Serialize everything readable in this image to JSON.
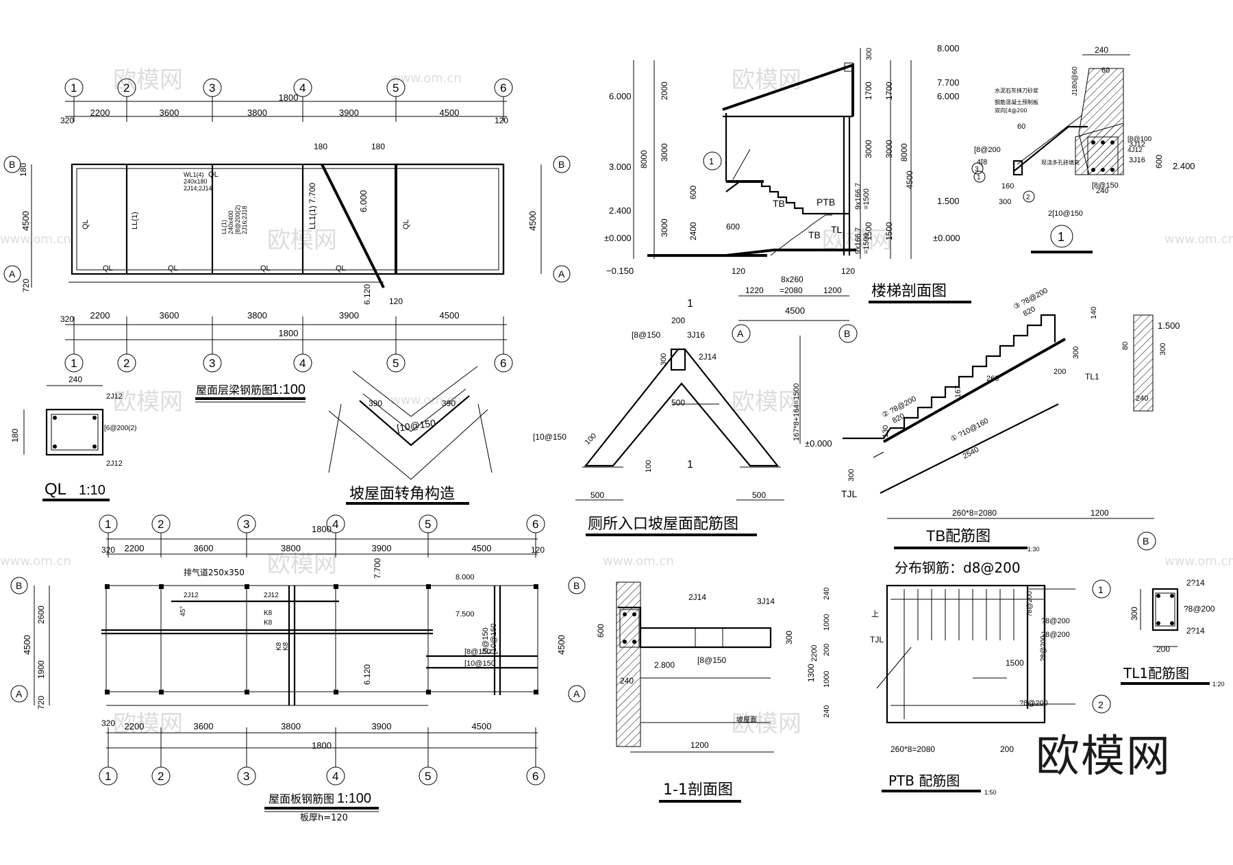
{
  "watermark": {
    "brand": "欧模网",
    "url": "www.om.cn",
    "corner_logo": "欧模网"
  },
  "common": {
    "axis_numbers": [
      "1",
      "2",
      "3",
      "4",
      "5",
      "6"
    ],
    "axis_letters": [
      "A",
      "B"
    ],
    "bay_dims": [
      "2200",
      "3600",
      "3800",
      "3900",
      "4500"
    ],
    "edge_dim_320": "320",
    "edge_dim_120": "120",
    "total_dim": "1800",
    "depth_dim": "4500",
    "edge_720": "720",
    "edge_180": "180"
  },
  "roof_beam_plan": {
    "title": "屋面层梁钢筋图",
    "scale": "1:100",
    "beam_labels": [
      "QL",
      "QL",
      "QL",
      "QL",
      "QL",
      "LL(1)",
      "QL",
      "QL"
    ],
    "wl_note": [
      "WL1(4)",
      "240x180",
      "2J14;2J14"
    ],
    "ll_note": [
      "LL(1)",
      "240x400",
      "[8@200(2)",
      "2J16;2J18"
    ],
    "ll_vertical": "LL1(1) 7.700",
    "elev_6000": "6.000",
    "elev_6120": "6.120",
    "dim_180_a": "180",
    "dim_180_b": "180",
    "dim_120": "120"
  },
  "ql_section": {
    "title": "QL",
    "scale": "1:10",
    "width": "240",
    "height": "180",
    "top_bar": "2J12",
    "bottom_bar": "2J12",
    "stirrup": "[6@200(2)"
  },
  "slope_corner": {
    "title": "坡屋面转角构造",
    "dim_left": "390",
    "dim_right": "390",
    "bar": "[10@150"
  },
  "stair_section": {
    "title": "楼梯剖面图",
    "left_elevs": [
      "6.000",
      "3.000",
      "2.400",
      "±0.000",
      "−0.150"
    ],
    "left_dims": [
      "2000",
      "3000",
      "3000",
      "8000",
      "600",
      "2400",
      "600"
    ],
    "right_elevs": [
      "8.000",
      "7.700",
      "6.000",
      "1.500",
      "±0.000"
    ],
    "right_dims": [
      "300",
      "1700",
      "1700",
      "3000",
      "3000",
      "4500",
      "8000",
      "1500",
      "1500"
    ],
    "riser_dims": [
      "9x166.7",
      "=1500",
      "9x166.7",
      "=1500"
    ],
    "bottom_dims": [
      "120",
      "120",
      "1220",
      "8x260",
      "=2080",
      "1200",
      "4500"
    ],
    "labels": [
      "TB",
      "PTB",
      "TB",
      "TL"
    ],
    "callout": "1"
  },
  "detail_1": {
    "title": "1",
    "dims": [
      "240",
      "60",
      "60",
      "600",
      "160",
      "300",
      "240",
      "2.400"
    ],
    "notes": [
      "水泥石灰抹刀砂浆",
      "钢筋混凝土预制板",
      "双向[4@200",
      "现浇多孔砖填充"
    ],
    "bars": [
      "[8@200",
      "4[8",
      "3J12",
      "[8@100",
      "4J12",
      "3J16",
      "[8@150",
      "2[10@150",
      "J180@60"
    ],
    "markers": [
      "1",
      "2",
      "3"
    ]
  },
  "entrance_roof": {
    "title": "厕所入口坡屋面配筋图",
    "bars": [
      "[8@150",
      "3J16",
      "2J14",
      "[10@150"
    ],
    "dims": [
      "200",
      "300",
      "500",
      "100",
      "100",
      "500",
      "500"
    ],
    "section_mark": "1"
  },
  "tb_reinf": {
    "title": "TB配筋图",
    "scale": "1:30",
    "distribution": "分布钢筋：d8@200",
    "bar3": "③ ?8@200",
    "bar3_len": "820",
    "bar2": "② ?8@200",
    "bar2_len": "820",
    "bar1": "① ?10@160",
    "bar1_len": "2540",
    "dims": [
      "140",
      "300",
      "80",
      "200",
      "260",
      "167",
      "130",
      "300",
      "1200",
      "260*8=2080",
      "167*8+164=1500"
    ],
    "elevs": [
      "1.500",
      "±0.000"
    ],
    "labels": [
      "TL1",
      "TJL"
    ],
    "axis": "B",
    "edge_dims": [
      "300",
      "240"
    ]
  },
  "roof_slab_plan": {
    "title": "屋面板钢筋图",
    "scale": "1:100",
    "thickness": "板厚h=120",
    "vent": "排气道250x350",
    "elevs": [
      "7.700",
      "8.000",
      "7.500",
      "6.120"
    ],
    "bars": [
      "2J12",
      "2J12",
      "K8",
      "K8",
      "K8",
      "K8",
      "[8@150",
      "[10@150",
      "[8@150",
      "[10@150"
    ],
    "side_dims": [
      "2600",
      "1900",
      "720",
      "4500"
    ],
    "angle": "45°"
  },
  "section_1_1": {
    "title": "1-1剖面图",
    "bars": [
      "2J14",
      "3J14",
      "[8@150"
    ],
    "dims": [
      "600",
      "240",
      "300",
      "1300",
      "1200"
    ],
    "elev": "2.800",
    "note": "坡屋面"
  },
  "ptb_reinf": {
    "title": "PTB 配筋图",
    "scale": "1:50",
    "dims": [
      "240",
      "1000",
      "200",
      "1000",
      "240",
      "2200",
      "260*8=2080",
      "200",
      "1500"
    ],
    "bars": [
      "?8@200",
      "?8@200",
      "?8@200",
      "?8@200",
      "?8@200"
    ],
    "labels": [
      "上",
      "TJL"
    ],
    "markers": [
      "1",
      "2"
    ],
    "axis": "B"
  },
  "tl1": {
    "title": "TL1配筋图",
    "scale": "1:20",
    "top": "2?14",
    "stirrup": "?8@200",
    "bottom": "2?14",
    "height": "300",
    "width": "200"
  }
}
